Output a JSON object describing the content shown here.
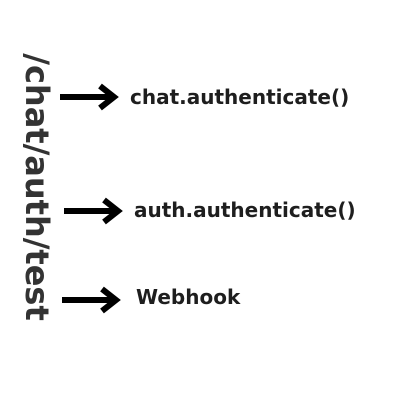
{
  "diagram": {
    "path_label": "/chat/auth/test",
    "arrow_color": "#000000",
    "text_color": "#1e1e1e",
    "path_color": "#333333",
    "targets": [
      {
        "label": "chat.authenticate()"
      },
      {
        "label": "auth.authenticate()"
      },
      {
        "label": "Webhook"
      }
    ]
  }
}
